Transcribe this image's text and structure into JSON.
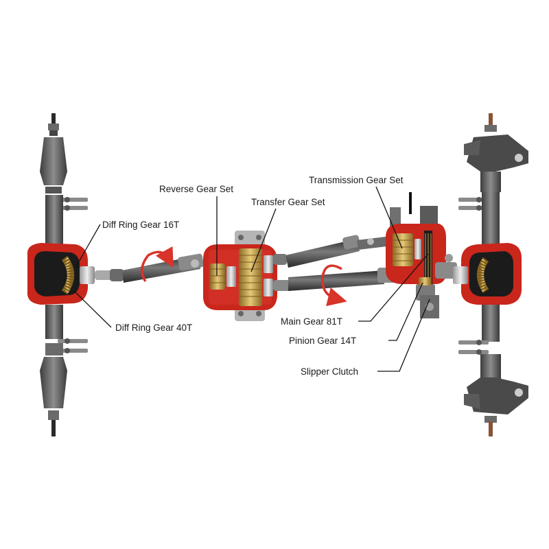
{
  "labels": {
    "reverse_gear_set": "Reverse Gear Set",
    "transmission_gear_set": "Transmission Gear Set",
    "transfer_gear_set": "Transfer Gear Set",
    "diff_ring_gear_16t": "Diff Ring Gear 16T",
    "diff_ring_gear_40t": "Diff Ring Gear 40T",
    "main_gear_81t": "Main Gear 81T",
    "pinion_gear_14t": "Pinion Gear 14T",
    "slipper_clutch": "Slipper Clutch"
  },
  "colors": {
    "housing_red": "#c9261c",
    "metal_dark": "#3a3a3a",
    "metal_mid": "#6b6b6b",
    "metal_light": "#a8a8a8",
    "gear_gold": "#c9a24a",
    "arrow_red": "#d8342a",
    "leader_line": "#111111"
  }
}
